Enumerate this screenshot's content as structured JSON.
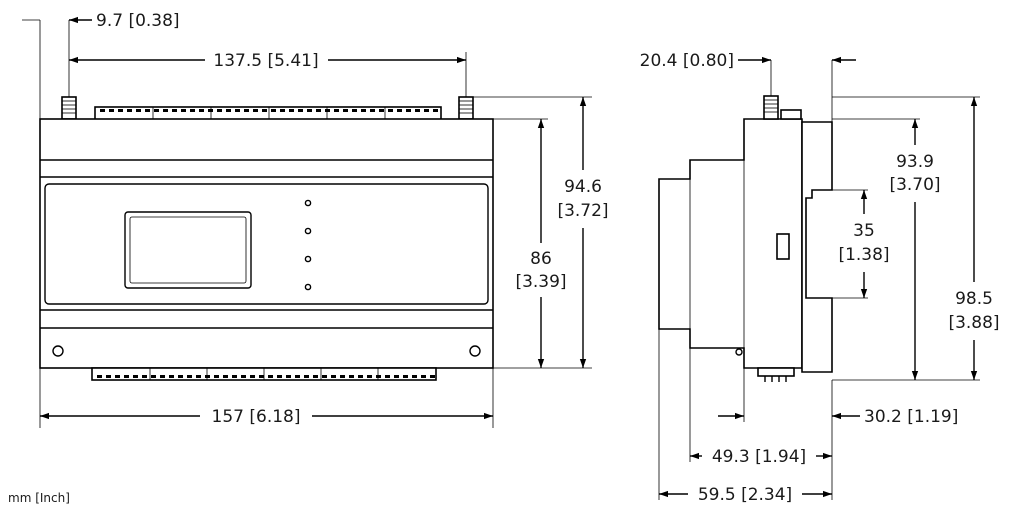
{
  "units_note": "mm [Inch]",
  "front_view": {
    "dim_connector_offset": "9.7 [0.38]",
    "dim_connector_spacing": "137.5 [5.41]",
    "dim_width": "157 [6.18]",
    "dim_height_total_mm": "94.6",
    "dim_height_total_in": "[3.72]",
    "dim_height_body_mm": "86",
    "dim_height_body_in": "[3.39]"
  },
  "side_view": {
    "dim_connector_offset": "20.4 [0.80]",
    "dim_body_height_mm": "93.9",
    "dim_body_height_in": "[3.70]",
    "dim_rail_mm": "35",
    "dim_rail_in": "[1.38]",
    "dim_total_height_mm": "98.5",
    "dim_total_height_in": "[3.88]",
    "dim_depth_a": "30.2 [1.19]",
    "dim_depth_b": "49.3 [1.94]",
    "dim_depth_c": "59.5 [2.34]"
  }
}
